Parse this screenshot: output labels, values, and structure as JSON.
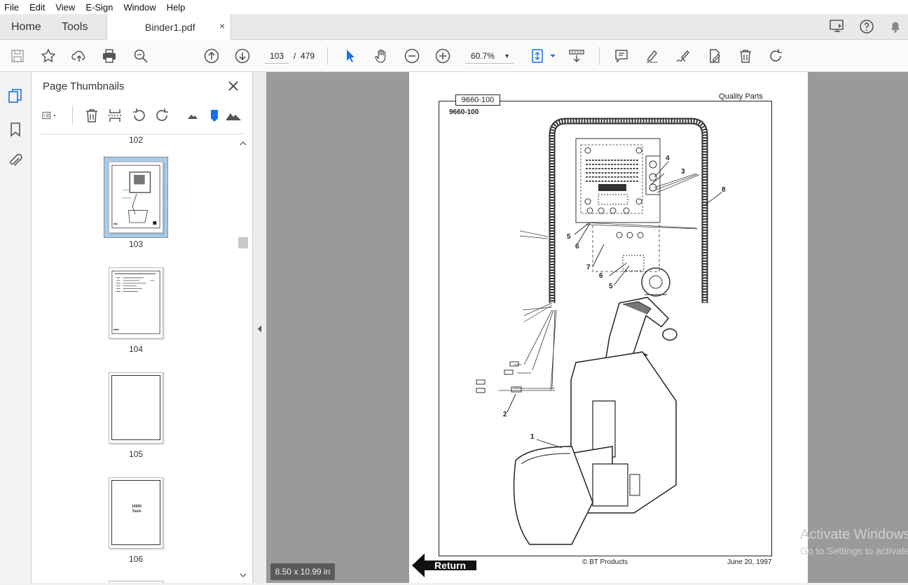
{
  "menu": [
    "File",
    "Edit",
    "View",
    "E-Sign",
    "Window",
    "Help"
  ],
  "tabs": {
    "home": "Home",
    "tools": "Tools",
    "document": "Binder1.pdf",
    "close": "×"
  },
  "toolbar": {
    "page_current": "103",
    "page_separator": "/",
    "page_total": "479",
    "zoom": "60.7%"
  },
  "panel": {
    "title": "Page Thumbnails"
  },
  "thumbnails": [
    {
      "label": "102"
    },
    {
      "label": "103",
      "selected": true
    },
    {
      "label": "104"
    },
    {
      "label": "105"
    },
    {
      "label": "106",
      "text_line1": "10000",
      "text_line2": "Tools"
    }
  ],
  "document": {
    "code_tab": "9660-100",
    "sub_code": "9660-100",
    "header_right": "Quality Parts",
    "footer_center": "© BT Products",
    "footer_right": "June 20, 1997",
    "return_label": "Return",
    "callouts": [
      "1",
      "2",
      "3",
      "4",
      "5",
      "6",
      "7",
      "6",
      "5",
      "8"
    ]
  },
  "viewer": {
    "size_badge": "8.50 x 10.99 in"
  },
  "watermark": {
    "line1": "Activate Windows",
    "line2": "Go to Settings to activate Windows."
  },
  "colors": {
    "accent": "#1473e6",
    "selection": "#a9cbe8",
    "canvas": "#9a9a9a"
  }
}
